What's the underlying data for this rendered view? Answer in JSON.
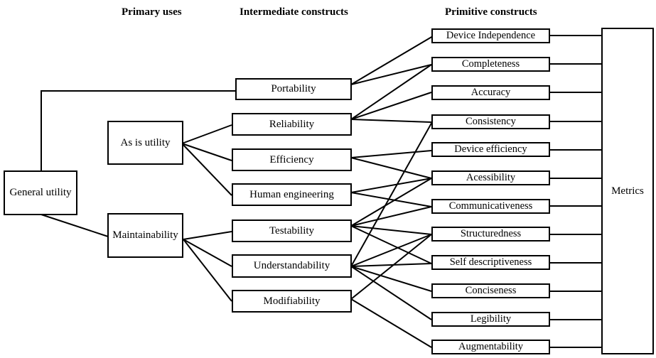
{
  "headers": {
    "primary": "Primary uses",
    "intermediate": "Intermediate constructs",
    "primitive": "Primitive constructs"
  },
  "general_utility": "General utility",
  "primary_uses": {
    "as_is_utility": "As is utility",
    "maintainability": "Maintainability"
  },
  "intermediate": {
    "portability": "Portability",
    "reliability": "Reliability",
    "efficiency": "Efficiency",
    "human_engineering": "Human engineering",
    "testability": "Testability",
    "understandability": "Understandability",
    "modifiability": "Modifiability"
  },
  "primitive": {
    "device_independence": "Device Independence",
    "completeness": "Completeness",
    "accuracy": "Accuracy",
    "consistency": "Consistency",
    "device_efficiency": "Device efficiency",
    "accessibility": "Acessibility",
    "communicativeness": "Communicativeness",
    "structuredness": "Structuredness",
    "self_descriptiveness": "Self descriptiveness",
    "conciseness": "Conciseness",
    "legibility": "Legibility",
    "augmentability": "Augmentability"
  },
  "metrics": "Metrics"
}
